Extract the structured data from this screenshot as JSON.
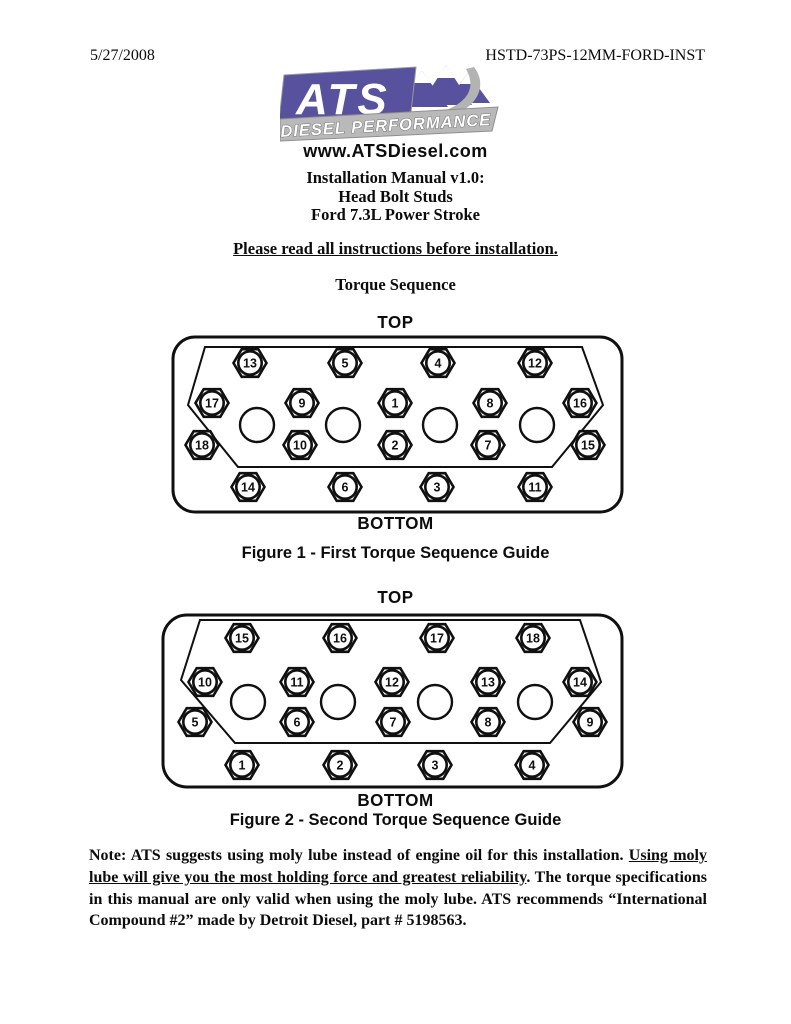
{
  "header": {
    "date": "5/27/2008",
    "doc_code": "HSTD-73PS-12MM-FORD-INST"
  },
  "logo": {
    "brand": "ATS",
    "tagline": "DIESEL PERFORMANCE",
    "website": "www.ATSDiesel.com",
    "purple": "#57519e",
    "silver": "#b9b9b9"
  },
  "title": {
    "lines": [
      "Installation Manual v1.0:",
      "Head Bolt Studs",
      "Ford 7.3L Power Stroke"
    ]
  },
  "notice": "Please read all instructions before installation.",
  "section_heading": "Torque Sequence",
  "figures": [
    {
      "top_label": "TOP",
      "bottom_label": "BOTTOM",
      "caption": "Figure 1 - First Torque Sequence Guide",
      "rows": [
        [
          13,
          5,
          4,
          12
        ],
        [
          17,
          9,
          1,
          8,
          16
        ],
        [
          18,
          10,
          2,
          7,
          15
        ],
        [
          14,
          6,
          3,
          11
        ]
      ]
    },
    {
      "top_label": "TOP",
      "bottom_label": "BOTTOM",
      "caption": "Figure 2 - Second Torque Sequence Guide",
      "rows": [
        [
          15,
          16,
          17,
          18
        ],
        [
          10,
          11,
          12,
          13,
          14
        ],
        [
          5,
          6,
          7,
          8,
          9
        ],
        [
          1,
          2,
          3,
          4
        ]
      ]
    }
  ],
  "note": {
    "prefix": "Note:  ATS suggests using moly lube instead of engine oil for this installation.  ",
    "underlined": "Using moly lube will give you the most holding force and greatest reliability",
    "suffix": ".  The torque specifications in this manual are only valid when using the moly lube.  ATS recommends “International Compound #2” made by Detroit Diesel, part # 5198563."
  }
}
